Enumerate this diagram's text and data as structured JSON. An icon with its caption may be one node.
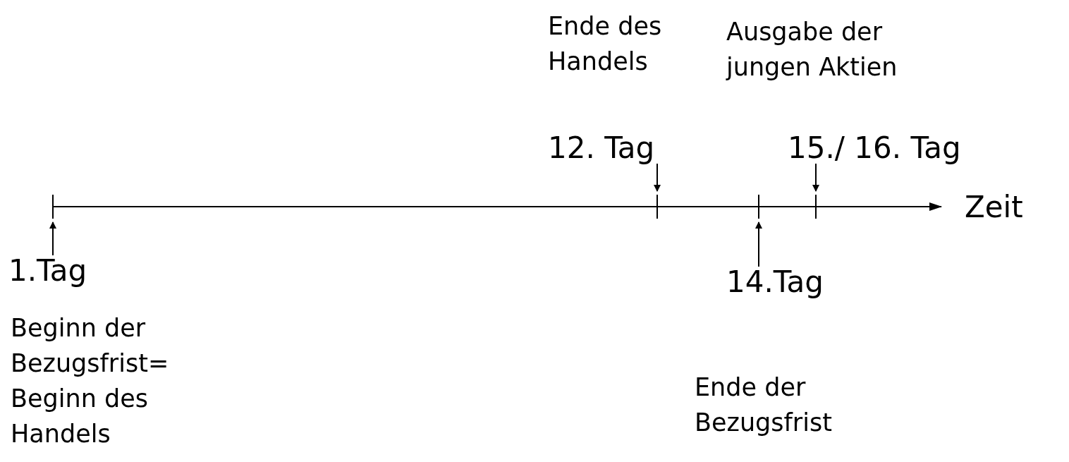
{
  "diagram": {
    "nodes": [
      {
        "text": [
          "1.Tag"
        ],
        "beside": [
          "Beginn der Bezugsfrist= Beginn des Handels"
        ]
      },
      {
        "text": [
          "12. Tag"
        ],
        "beside": [
          "Ende des Handels"
        ]
      },
      {
        "text": [
          "14.Tag"
        ],
        "beside": [
          "Ende der Bezugsfrist"
        ]
      },
      {
        "text": [
          "15./ 16. Tag"
        ],
        "beside": [
          "Ausgabe der jungen Aktien"
        ]
      }
    ],
    "edges": [
      {
        "from": 0,
        "to": null,
        "arrow": "to"
      },
      {
        "from": 1,
        "to": null,
        "arrow": "to"
      },
      {
        "from": 2,
        "to": null,
        "arrow": "to"
      },
      {
        "from": 3,
        "to": null,
        "arrow": "to"
      }
    ],
    "labels": [
      "Zeit"
    ]
  }
}
